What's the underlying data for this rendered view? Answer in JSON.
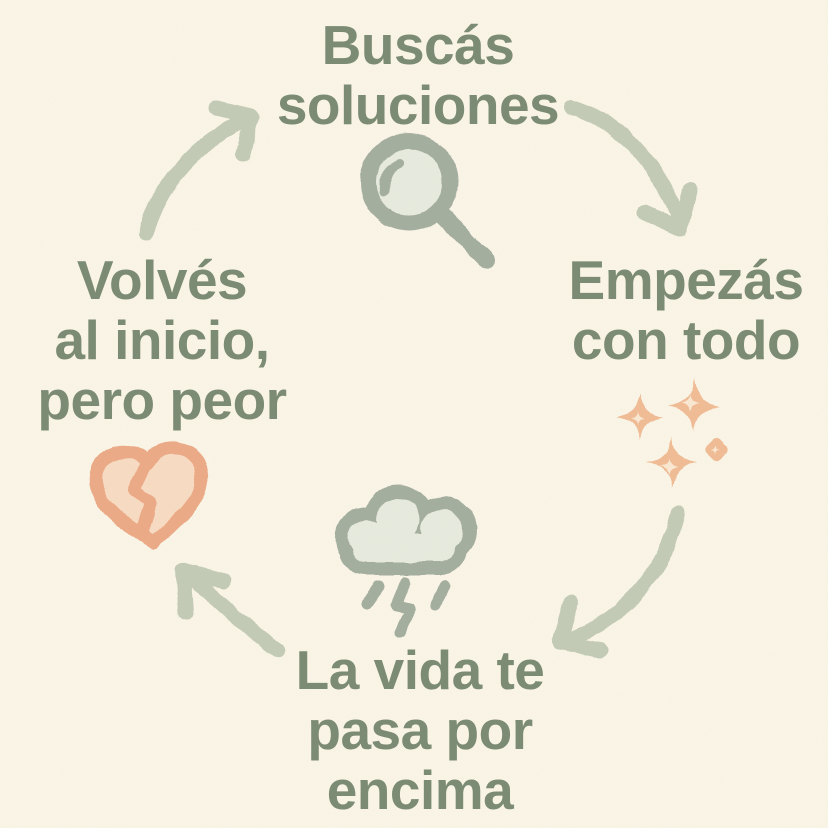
{
  "palette": {
    "bg": "#fbf6e7",
    "ink": "#7a8a73",
    "arrow": "#c3cbb6",
    "icon_stroke": "#a4ae9f",
    "icon_fill": "#e8ebdf",
    "peach": "#f1bc95",
    "peach_light": "#fae8d2",
    "heart_stroke": "#edaa86",
    "heart_fill": "#f8dcc3"
  },
  "cycle": {
    "direction": "clockwise",
    "steps": [
      {
        "id": "buscas-soluciones",
        "position": "top",
        "lines": [
          "Buscás",
          "soluciones"
        ],
        "icon": "magnifying-glass-icon"
      },
      {
        "id": "empezas-con-todo",
        "position": "right",
        "lines": [
          "Empezás",
          "con todo"
        ],
        "icon": "sparkles-icon"
      },
      {
        "id": "la-vida-te-pasa-por-encima",
        "position": "bottom",
        "lines": [
          "La vida te",
          "pasa por",
          "encima"
        ],
        "icon": "storm-cloud-icon"
      },
      {
        "id": "volves-al-inicio-pero-peor",
        "position": "left",
        "lines": [
          "Volvés",
          "al inicio,",
          "pero peor"
        ],
        "icon": "broken-heart-icon"
      }
    ]
  }
}
